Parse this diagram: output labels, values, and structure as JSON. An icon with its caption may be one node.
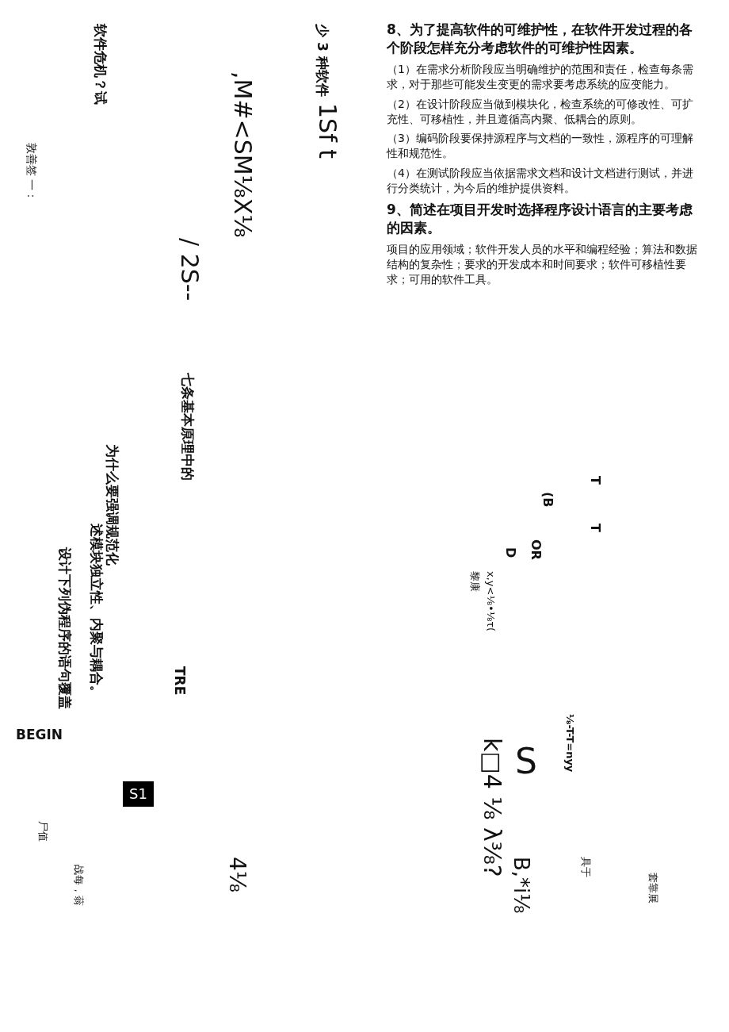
{
  "diagram": {
    "labels": [
      "8、为了提高软件的可维护性，在软件开发过程的各个阶段怎样充分考虑软件的可维护性因素。",
      "（1）在需求分析阶段应当明确维护的范围和责任，检查每条需求，对于那些可能发生变更的需求要考虑系统的应变能力。",
      "（2）在设计阶段应当做到模块化，检查系统的可修改性、可扩充性、可移植性，并且遵循高内聚、低耦合的原则。",
      "（3）编码阶段要保持源程序与文档的一致性，源程序的可理解性和规范性。",
      "（4）在测试阶段应当依据需求文档和设计文档进行测试，并进行分类统计，为今后的维护提供资料。",
      "9、简述在项目开发时选择程序设计语言的主要考虑的因素。",
      "项目的应用领域；软件开发人员的水平和编程经验；算法和数据结构的复杂性；要求的开发成本和时间要求；软件可移植性要求；可用的软件工具。",
      "少 3 种软件",
      "软件危机？试",
      "1Sf t",
      ",M#<SM⅛X⅛",
      "/ 2S--",
      "七条基本原理中的",
      "为什么要强调规范化",
      "述模块独立性、内聚与耦合。",
      "设计下列伪程序的语句覆盖",
      "BEGIN",
      "TRE",
      "S1",
      "4⅛",
      "敦善签 一：",
      "T",
      "T",
      "(B",
      "OR",
      "D",
      "x,y<⅛•⅛τ(",
      "黎康",
      "⅛-T-T=nyy",
      "S",
      "k□4 ⅛ λ⅜?",
      "B,*i⅛",
      "具于",
      "套靠展",
      "战每，蓊",
      "尸值"
    ]
  }
}
